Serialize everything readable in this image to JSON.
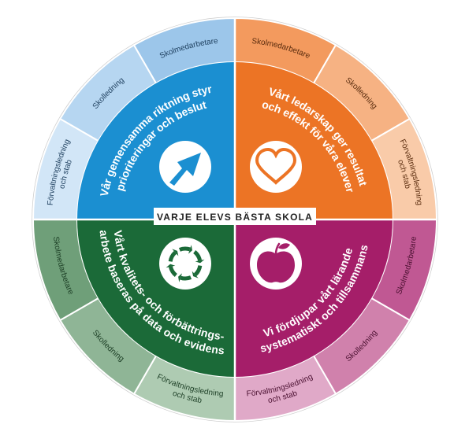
{
  "center_banner": "VARJE ELEVS BÄSTA SKOLA",
  "quadrants": [
    {
      "id": "leadership",
      "title_lines": [
        "Vårt ledarskap ger resultat",
        "och effekt för våra elever"
      ],
      "icon": "heart-icon",
      "color": "#ec7425",
      "ring_labels": [
        "Skolmedarbetare",
        "Skolledning",
        "Förvaltningsledning och stab"
      ],
      "ring_colors": [
        "#f39a5e",
        "#f6b283",
        "#f9cba9"
      ]
    },
    {
      "id": "learning",
      "title_lines": [
        "Vi fördjupar vårt lärande",
        "systematiskt och tillsammans"
      ],
      "icon": "apple-icon",
      "color": "#a51e69",
      "ring_labels": [
        "Skolmedarbetare",
        "Skolledning",
        "Förvaltningsledning och stab"
      ],
      "ring_colors": [
        "#c05893",
        "#d081ac",
        "#e0a9c8"
      ]
    },
    {
      "id": "quality",
      "title_lines": [
        "Vårt kvalitets- och förbättrings-",
        "arbete baseras på data och evidens"
      ],
      "icon": "cycle-arrows-icon",
      "color": "#1b6a38",
      "ring_labels": [
        "Skolmedarbetare",
        "Skolledning",
        "Förvaltningsledning och stab"
      ],
      "ring_colors": [
        "#6f9f79",
        "#8fb596",
        "#aecbb2"
      ]
    },
    {
      "id": "direction",
      "title_lines": [
        "Vår gemensamma riktning styr",
        "prioriteringar och beslut"
      ],
      "icon": "arrow-up-right-icon",
      "color": "#1b8fd1",
      "ring_labels": [
        "Skolmedarbetare",
        "Skolledning",
        "Förvaltningsledning och stab"
      ],
      "ring_colors": [
        "#9cc6ea",
        "#b6d6f1",
        "#d2e6f7"
      ]
    }
  ]
}
